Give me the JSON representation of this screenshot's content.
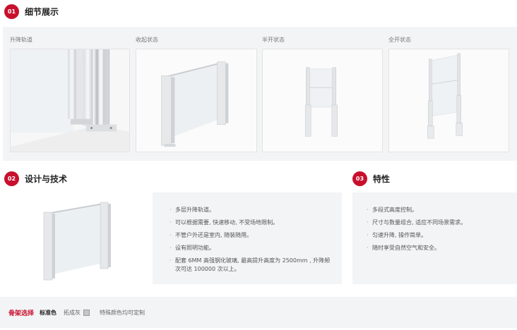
{
  "sections": {
    "details": {
      "num": "01",
      "title": "细节展示"
    },
    "design": {
      "num": "02",
      "title": "设计与技术"
    },
    "features": {
      "num": "03",
      "title": "特性"
    }
  },
  "cards": [
    {
      "label": "升降轨道"
    },
    {
      "label": "收起状态"
    },
    {
      "label": "半开状态"
    },
    {
      "label": "全开状态"
    }
  ],
  "design_points": [
    "多层升降轨道。",
    "可以根据需要, 快速移动, 不受场地限制。",
    "不管户外还是室内, 随装随用。",
    "设有照明功能。",
    "配套 6MM 高强钢化玻璃, 最高提升高度为 2500mm , 升降频次可达 100000 次以上。"
  ],
  "features": [
    "多段式高度控制。",
    "尺寸与数量组合, 适应不同场景需求。",
    "匀速升降, 操作简单。",
    "随时享受自然空气和安全。"
  ],
  "frame": {
    "title": "骨架选择",
    "standard": "标准色",
    "gray": "拓成灰",
    "note": "特殊颜色均可定制",
    "swatch_color": "#c4c6c9"
  },
  "colors": {
    "accent": "#c8102e",
    "panel": "#f3f4f6"
  }
}
